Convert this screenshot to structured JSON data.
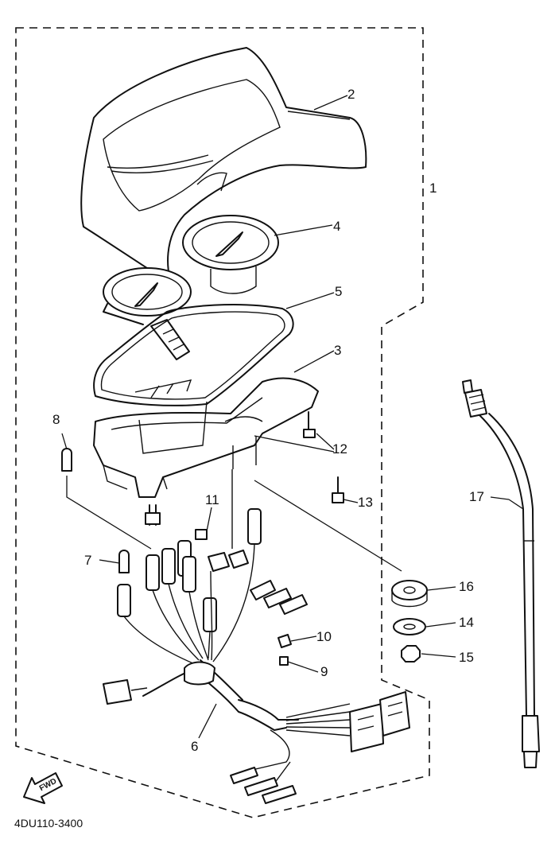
{
  "callouts": [
    "1",
    "2",
    "3",
    "4",
    "5",
    "6",
    "7",
    "8",
    "9",
    "10",
    "11",
    "12",
    "13",
    "14",
    "15",
    "16",
    "17"
  ],
  "footer_code": "4DU110-3400",
  "fwd_label": "FWD"
}
